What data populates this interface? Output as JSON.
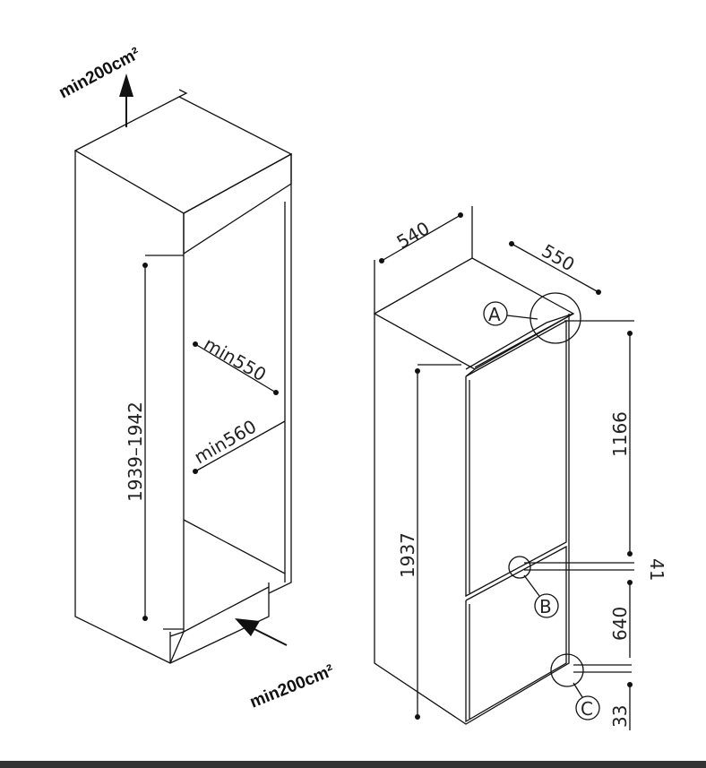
{
  "cabinet": {
    "vent_top": "min200cm²",
    "vent_bottom": "min200cm²",
    "niche_height": "1939–1942",
    "min_depth": "min550",
    "min_width": "min560"
  },
  "appliance": {
    "width": "540",
    "depth": "550",
    "height": "1937",
    "upper_door": "1166",
    "gap": "41",
    "lower_door": "640",
    "plinth": "33",
    "detail_a": "A",
    "detail_b": "B",
    "detail_c": "C"
  },
  "colors": {
    "line": "#111111",
    "footer": "#333333"
  }
}
